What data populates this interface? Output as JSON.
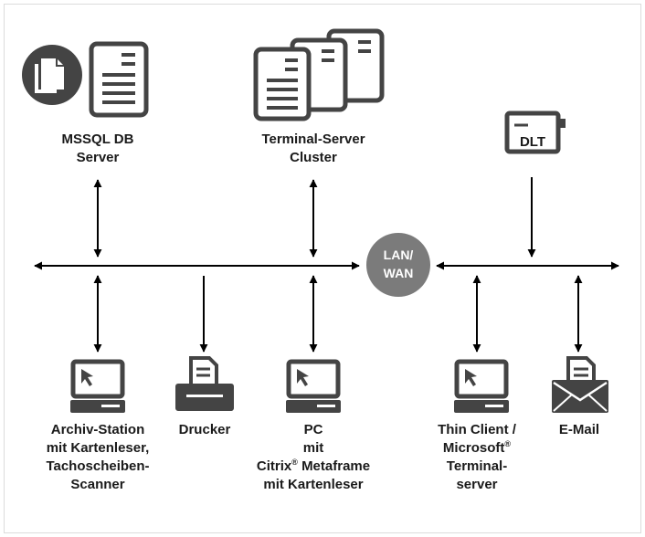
{
  "diagram": {
    "hub_label": [
      "LAN/",
      "WAN"
    ],
    "dlt_label": "DLT",
    "nodes": {
      "mssql": {
        "icon": "database-server-icon",
        "lines": [
          "MSSQL DB",
          "Server"
        ]
      },
      "terminal_cluster": {
        "icon": "server-stack-icon",
        "lines": [
          "Terminal-Server",
          "Cluster"
        ]
      },
      "dlt": {
        "icon": "tape-drive-icon"
      },
      "archiv": {
        "icon": "computer-icon",
        "lines": [
          "Archiv-Station",
          "mit Kartenleser,",
          "Tachoscheiben-",
          "Scanner"
        ]
      },
      "drucker": {
        "icon": "printer-icon",
        "lines": [
          "Drucker"
        ]
      },
      "pc": {
        "icon": "computer-icon",
        "line1": "PC",
        "line2": "mit",
        "line3a": "Citrix",
        "line3b": "Metaframe",
        "line4": "mit Kartenleser"
      },
      "thin_client": {
        "icon": "computer-icon",
        "line1": "Thin Client /",
        "line2": "Microsoft",
        "line3": "Terminal-",
        "line4": "server"
      },
      "email": {
        "icon": "envelope-icon",
        "lines": [
          "E-Mail"
        ]
      }
    },
    "registered_mark": "®"
  }
}
